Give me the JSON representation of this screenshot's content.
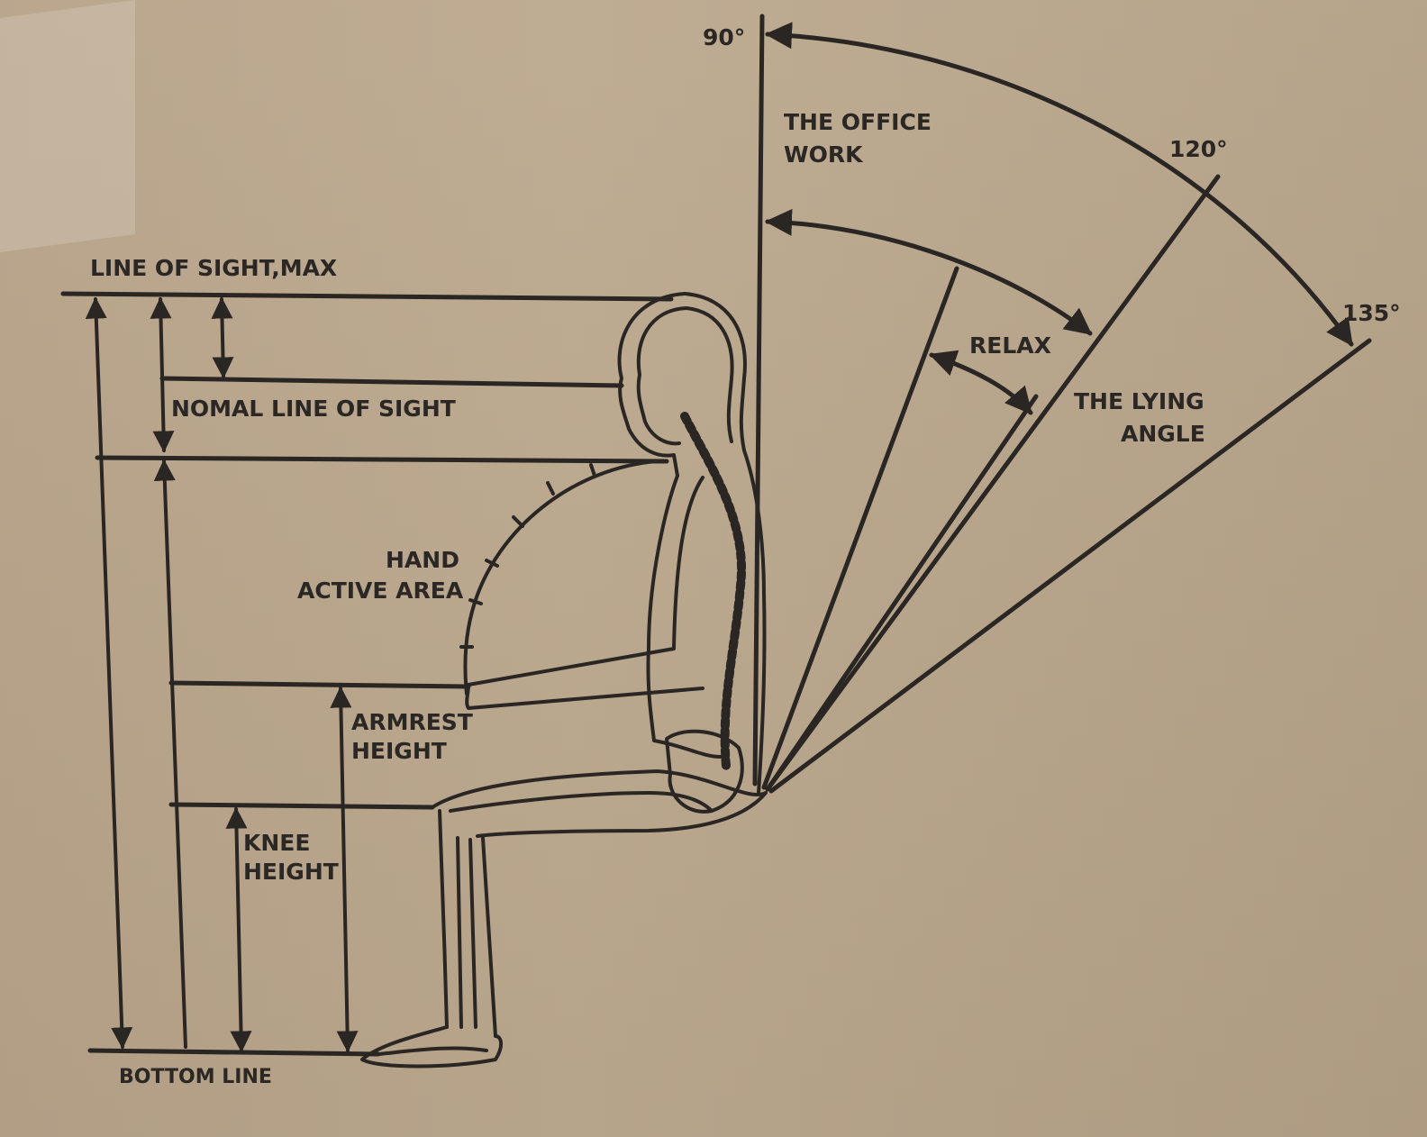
{
  "labels": {
    "line_of_sight_max": "LINE OF SIGHT,MAX",
    "normal_line_of_sight": "NOMAL LINE OF SIGHT",
    "hand_active_area_line1": "HAND",
    "hand_active_area_line2": "ACTIVE AREA",
    "armrest_height_line1": "ARMREST",
    "armrest_height_line2": "HEIGHT",
    "knee_height_line1": "KNEE",
    "knee_height_line2": "HEIGHT",
    "bottom_line": "BOTTOM LINE",
    "office_work_line1": "THE OFFICE",
    "office_work_line2": "WORK",
    "relax": "RELAX",
    "lying_angle_line1": "THE LYING",
    "lying_angle_line2": "ANGLE"
  },
  "angles": {
    "upright": "90°",
    "mid": "120°",
    "max": "135°"
  },
  "colors": {
    "cardboard": "#b8a48a",
    "ink": "#2a2623"
  }
}
